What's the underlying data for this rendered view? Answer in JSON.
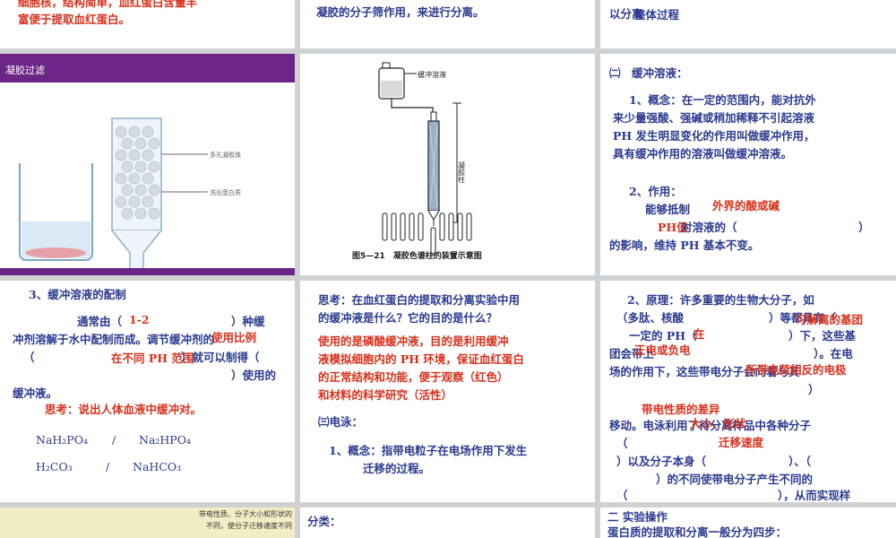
{
  "slides": {
    "s1": {
      "line1": "细胞核，结构简单，血红蛋白含量丰",
      "line2": "富便于提取血红蛋白。"
    },
    "s2": {
      "line1": "凝胶的分子筛作用，来进行分离。"
    },
    "s3": {
      "line1": "以分离",
      "line1b": "整体过程"
    },
    "s4": {
      "title": "凝胶过滤",
      "label_a": "多孔凝胶珠",
      "label_b": "洗出蛋白质",
      "controls": [
        "⏮",
        "⏹",
        "◀",
        "▶"
      ]
    },
    "s5": {
      "buffer_label": "缓冲溶液",
      "column_label": "凝胶柱",
      "caption": "图5—21　凝胶色谱柱的装置示意图"
    },
    "s6": {
      "heading": "㈡　缓冲溶液：",
      "p1_l1": "1、概念：在一定的范围内，能对抗外",
      "p1_l2": "来少量强酸、强碱或稍加稀释不引起溶液",
      "p1_l3": "PH 发生明显变化的作用叫做缓冲作用，",
      "p1_l4": "具有缓冲作用的溶液叫做缓冲溶液。",
      "p2_head": "2、作用：",
      "p2_l1": "能够抵制",
      "p2_l1_fill": "外界的酸或碱",
      "p2_l2a": "对溶液的（",
      "p2_l2_fill": "PH值",
      "p2_l2b": "）",
      "p2_l3": "的影响，维持 PH 基本不变。"
    },
    "s7": {
      "heading": "3、缓冲溶液的配制",
      "l1a": "通常由（",
      "l1_fill": "1-2",
      "l1b": "）种缓",
      "l2a": "冲剂溶解于水中配制而成。调节缓冲剂的",
      "l2_fill": "使用比例",
      "l3a": "（",
      "l3_fill": "在不同 PH 范围",
      "l3b": "）就可以制得（",
      "l4": "）使用的",
      "l5": "缓冲液。",
      "think": "思考：说出人体血液中缓冲对。",
      "pair1a": "NaH₂PO₄",
      "pair1s": "/",
      "pair1b": "Na₂HPO₄",
      "pair2a": "H₂CO₃",
      "pair2s": "/",
      "pair2b": "NaHCO₃"
    },
    "s8": {
      "q1": "思考：在血红蛋白的提取和分离实验中用",
      "q2": "的缓冲液是什么？它的目的是什么？",
      "a1": "使用的是磷酸缓冲液，目的是利用缓冲",
      "a2": "液模拟细胞内的 PH 环境，保证血红蛋白",
      "a3": "的正常结构和功能，便于观察（红色）",
      "a4": "和材料的科学研究（活性）",
      "h3": "㈢电泳：",
      "def1": "1、概念：指带电粒子在电场作用下发生",
      "def2": "迁移的过程。"
    },
    "s9": {
      "l1": "2、原理：许多重要的生物大分子，如",
      "l2a": "（多肽、核酸",
      "l2b": "）等都具有（",
      "l2_fill": "可解离的基团",
      "l3a": "一定的 PH（",
      "l3b": "）下，这些基",
      "l3_fill": "在",
      "l4a": "团会带上",
      "l4_fill": "正电或负电",
      "l4b": "）。在电",
      "l5": "场的作用下，这些带电分子会向着与其",
      "l5_fill": "所带电荷相反的电极",
      "l6": "）",
      "l7_fill": "带电性质的差异",
      "l8a": "移动。电泳利用了待分离样品中各种分子",
      "l8_fill": "大小、形状",
      "l9a": "（",
      "l9_fill": "迁移速度",
      "l10a": "）以及分子本身（",
      "l10b": "）、（",
      "l11": "）的不同使带电分子产生不同的",
      "l12a": "（",
      "l12b": "），从而实现样"
    },
    "s10": {
      "note1": "带电性质、分子大小和形状的",
      "note2": "不同，使分子迁移速度不同"
    },
    "s11": {
      "label": "分类："
    },
    "s12": {
      "heading": "二 实验操作",
      "line": "蛋白质的提取和分离一般分为四步："
    }
  },
  "colors": {
    "text_blue": "#2b3a8f",
    "text_red": "#d8301b",
    "thumb_purple": "#6a2586",
    "grid": "#cfd1d3"
  }
}
